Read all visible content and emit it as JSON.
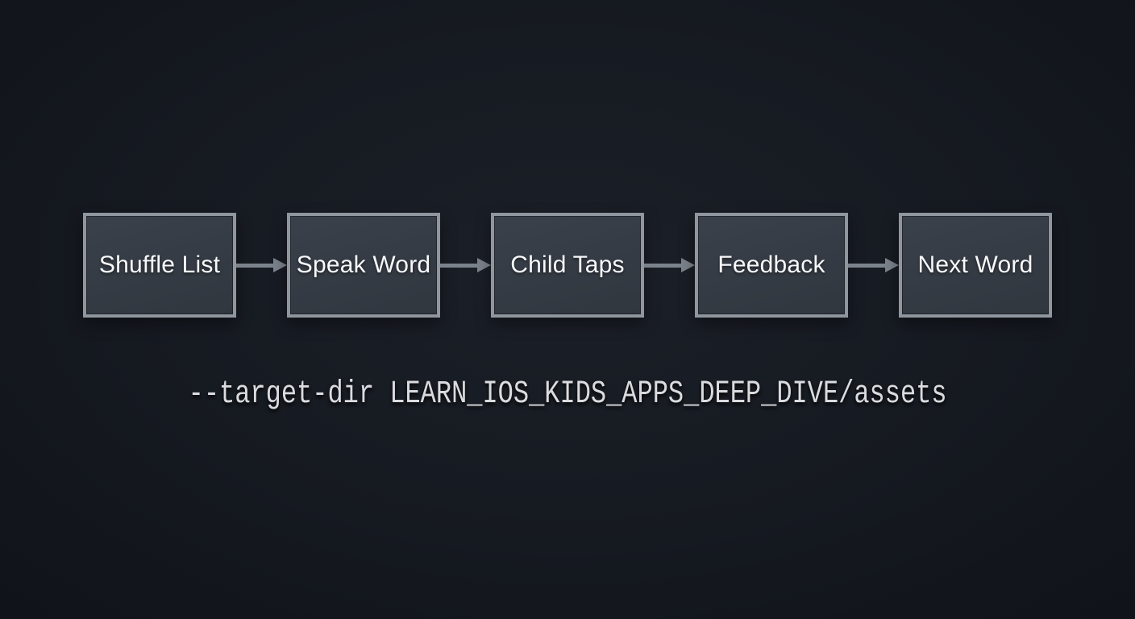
{
  "flow": {
    "steps": [
      {
        "label": "Shuffle List"
      },
      {
        "label": "Speak Word"
      },
      {
        "label": "Child Taps"
      },
      {
        "label": "Feedback"
      },
      {
        "label": "Next Word"
      }
    ],
    "connector": "arrow-right-icon"
  },
  "command": {
    "text": "--target-dir LEARN_IOS_KIDS_APPS_DEEP_DIVE/assets"
  },
  "colors": {
    "background": "#161a21",
    "box_fill": "#353b44",
    "box_border": "#8f969e",
    "arrow": "#7b828b",
    "box_text": "#f7f8fa",
    "command_text": "#d9dbdf"
  }
}
